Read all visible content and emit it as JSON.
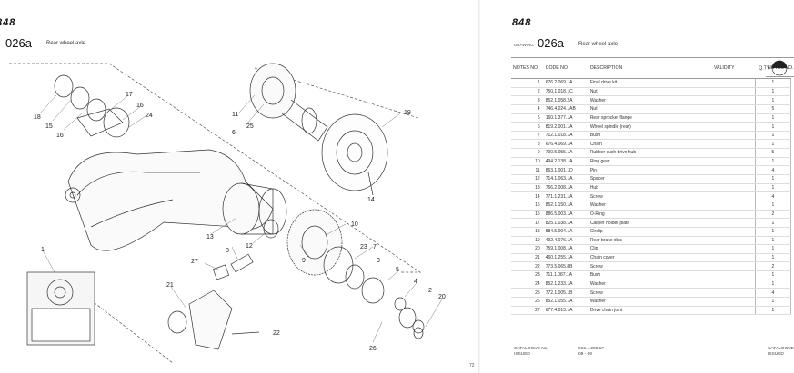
{
  "left_page": {
    "logo": "848",
    "drawing_number": "026a",
    "drawing_title": "Rear wheel axle",
    "page_number": "72",
    "callouts": [
      "1",
      "2",
      "3",
      "4",
      "5",
      "6",
      "7",
      "8",
      "9",
      "10",
      "11",
      "12",
      "13",
      "14",
      "15",
      "16",
      "17",
      "18",
      "19",
      "20",
      "21",
      "22",
      "23",
      "24",
      "25",
      "26",
      "27"
    ]
  },
  "right_page": {
    "logo": "848",
    "drawing_label": "DRAWING",
    "drawing_number": "026a",
    "drawing_title": "Rear wheel axle",
    "headers": {
      "notes": "NOTES NO.",
      "code": "CODE NO.",
      "description": "DESCRIPTION",
      "validity": "VALIDITY",
      "qty": "Q.TY",
      "notes_right": "NOTES NO."
    },
    "rows": [
      {
        "no": "1",
        "code": "676.2.069.1A",
        "desc": "Final drive kit",
        "qty": "1"
      },
      {
        "no": "2",
        "code": "750.1.018.1C",
        "desc": "Nut",
        "qty": "1"
      },
      {
        "no": "3",
        "code": "852.1.058.2A",
        "desc": "Washer",
        "qty": "1"
      },
      {
        "no": "4",
        "code": "746.4.024.1AB",
        "desc": "Nut",
        "qty": "5"
      },
      {
        "no": "5",
        "code": "160.1.377.1A",
        "desc": "Rear sprocket flange",
        "qty": "1"
      },
      {
        "no": "6",
        "code": "819.2.001.1A",
        "desc": "Wheel spindle (rear)",
        "qty": "1"
      },
      {
        "no": "7",
        "code": "712.1.018.1A",
        "desc": "Bush",
        "qty": "1"
      },
      {
        "no": "8",
        "code": "676.4.069.1A",
        "desc": "Chain",
        "qty": "1"
      },
      {
        "no": "9",
        "code": "700.5.055.1A",
        "desc": "Rubber cush drive hub",
        "qty": "5"
      },
      {
        "no": "10",
        "code": "494.2.138.1A",
        "desc": "Ring gear",
        "qty": "1"
      },
      {
        "no": "11",
        "code": "863.1.001.1D",
        "desc": "Pin",
        "qty": "4"
      },
      {
        "no": "12",
        "code": "714.1.063.1A",
        "desc": "Spacer",
        "qty": "1"
      },
      {
        "no": "13",
        "code": "756.2.008.1A",
        "desc": "Hub",
        "qty": "1"
      },
      {
        "no": "14",
        "code": "771.1.231.1A",
        "desc": "Screw",
        "qty": "4"
      },
      {
        "no": "15",
        "code": "852.1.150.1A",
        "desc": "Washer",
        "qty": "1"
      },
      {
        "no": "16",
        "code": "886.5.003.1A",
        "desc": "O-Ring",
        "qty": "2"
      },
      {
        "no": "17",
        "code": "825.1.038.1A",
        "desc": "Caliper holder plate",
        "qty": "1"
      },
      {
        "no": "18",
        "code": "884.5.004.1A",
        "desc": "Circlip",
        "qty": "1"
      },
      {
        "no": "19",
        "code": "492.4.076.1A",
        "desc": "Rear brake disc",
        "qty": "1"
      },
      {
        "no": "20",
        "code": "759.1.008.1A",
        "desc": "Clip",
        "qty": "1"
      },
      {
        "no": "21",
        "code": "460.1.255.1A",
        "desc": "Chain cover",
        "qty": "1"
      },
      {
        "no": "22",
        "code": "773.5.065.8B",
        "desc": "Screw",
        "qty": "2"
      },
      {
        "no": "23",
        "code": "711.1.087.1A",
        "desc": "Bush",
        "qty": "1"
      },
      {
        "no": "24",
        "code": "852.1.233.1A",
        "desc": "Washer",
        "qty": "1"
      },
      {
        "no": "25",
        "code": "772.1.005.1B",
        "desc": "Screw",
        "qty": "4"
      },
      {
        "no": "26",
        "code": "852.1.055.1A",
        "desc": "Washer",
        "qty": "1"
      },
      {
        "no": "27",
        "code": "677.4.013.1A",
        "desc": "Drive chain joint",
        "qty": "1"
      }
    ],
    "footer": {
      "catalogue_label": "CATALOGUE No.",
      "issued_label": "ISSUED",
      "catalogue_value": "915.1.280.1F",
      "issued_value": "09 - 09",
      "catalogue_label_right": "CATALOGUE",
      "issued_label_right": "ISSUED"
    }
  }
}
